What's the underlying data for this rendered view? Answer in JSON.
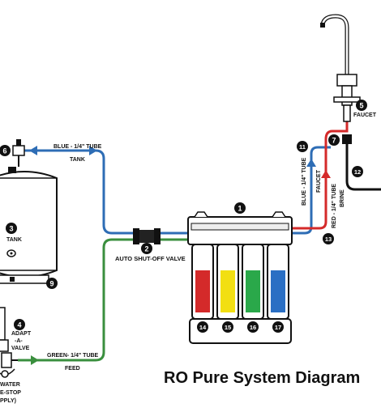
{
  "title": "RO Pure System Diagram",
  "labels": {
    "blue_tube_top": "BLUE - 1/4\" TUBE",
    "tank_word_top": "TANK",
    "auto_valve": "AUTO SHUT-OFF VALVE",
    "tank_label": "TANK",
    "adapt": "ADAPT",
    "a": "-A-",
    "valve": "VALVE",
    "water": "WATER",
    "estop": "E-STOP",
    "pply": "PPLY)",
    "green_tube": "GREEN- 1/4\" TUBE",
    "feed": "FEED",
    "faucet": "FAUCET",
    "blue_tube_vert": "BLUE - 1/4\" TUBE",
    "faucet_vert": "FAUCET",
    "red_tube_vert": "RED - 1/4\" TUBE",
    "brine_vert": "BRINE"
  },
  "badges": {
    "b1": "1",
    "b2": "2",
    "b3": "3",
    "b4": "4",
    "b5": "5",
    "b6": "6",
    "b7": "7",
    "b9": "9",
    "b11": "11",
    "b12": "12",
    "b13": "13",
    "b14": "14",
    "b15": "15",
    "b16": "16",
    "b17": "17"
  },
  "colors": {
    "blue_tube": "#2e6db5",
    "green_tube": "#3a8f3e",
    "red_tube": "#d42a2a",
    "filter_red": "#d42a2a",
    "filter_yellow": "#f2df12",
    "filter_green": "#2aa84a",
    "filter_blue": "#2a6fc4"
  }
}
